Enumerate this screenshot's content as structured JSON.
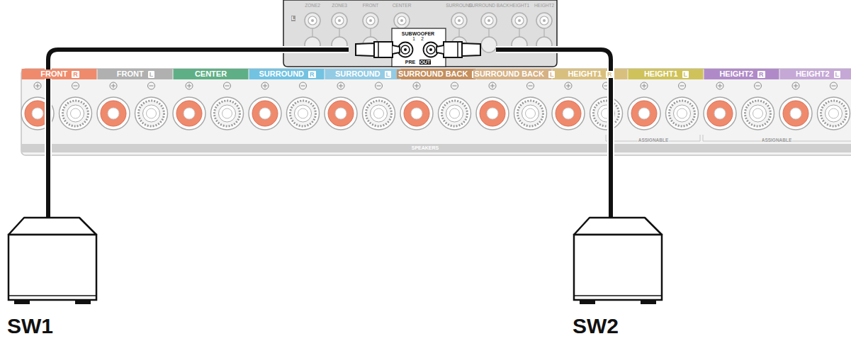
{
  "diagram": {
    "nodes": [
      {
        "text": [
          "SW1"
        ]
      },
      {
        "text": [
          "SW2"
        ]
      }
    ],
    "labels": [
      "L",
      "ZONE2",
      "ZONE3",
      "FRONT",
      "CENTER",
      "SURROUND",
      "SURROUND BACK",
      "HEIGHT1",
      "HEIGHT2",
      "SUBWOOFER",
      "1",
      "2",
      "PRE",
      "OUT",
      "FRONT",
      "R",
      "FRONT",
      "L",
      "CENTER",
      "SURROUND",
      "R",
      "SURROUND",
      "L",
      "SURROUND BACK",
      "R",
      "SURROUND BACK",
      "L",
      "HEIGHT1",
      "R",
      "HEIGHT1",
      "L",
      "HEIGHT2",
      "R",
      "HEIGHT2",
      "L",
      "SPEAKERS",
      "ASSIGNABLE",
      "ASSIGNABLE"
    ]
  }
}
